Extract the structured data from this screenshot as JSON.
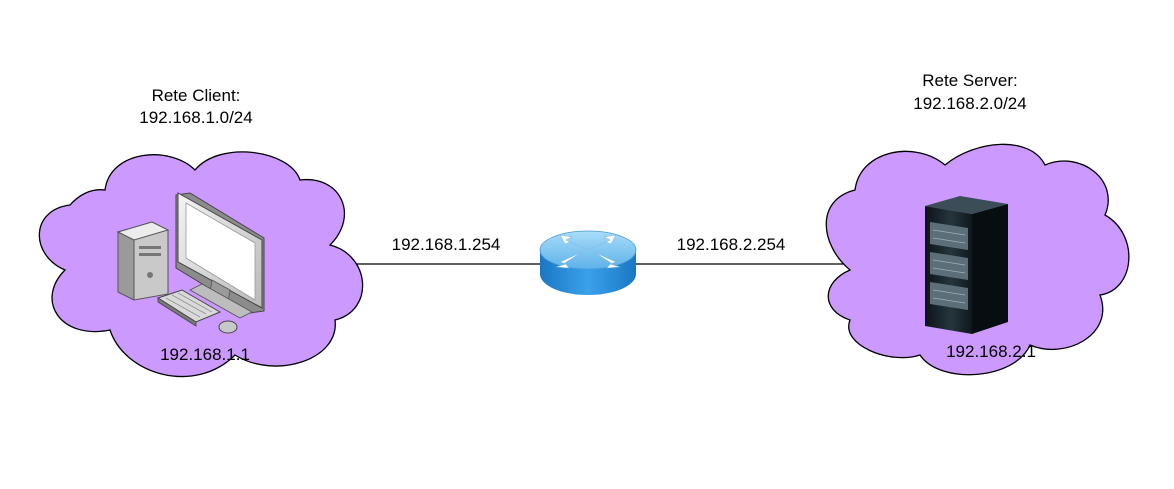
{
  "client_network": {
    "title": "Rete Client:",
    "subnet": "192.168.1.0/24",
    "host_ip": "192.168.1.1"
  },
  "server_network": {
    "title": "Rete Server:",
    "subnet": "192.168.2.0/24",
    "host_ip": "192.168.2.1"
  },
  "router": {
    "client_side_ip": "192.168.1.254",
    "server_side_ip": "192.168.2.254"
  },
  "colors": {
    "cloud_fill": "#cc99ff",
    "cloud_stroke": "#000000",
    "link": "#000000",
    "router_top": "#7fc3f0",
    "router_side": "#1f86d6"
  },
  "icons": {
    "client": "desktop-computer-icon",
    "server": "server-rack-icon",
    "router": "router-icon"
  }
}
